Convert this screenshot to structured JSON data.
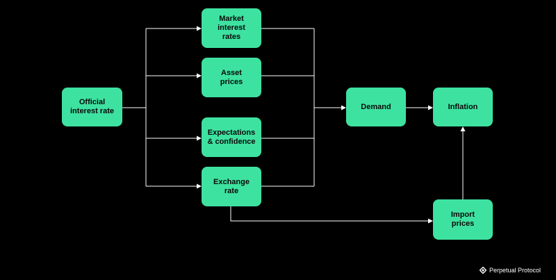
{
  "nodes": {
    "official": "Official\ninterest rate",
    "market": "Market\ninterest\nrates",
    "asset": "Asset\nprices",
    "expectations": "Expectations\n& confidence",
    "exchange": "Exchange\nrate",
    "demand": "Demand",
    "inflation": "Inflation",
    "import": "Import\nprices"
  },
  "brand": {
    "name": "Perpetual Protocol",
    "icon": "perpetual-protocol-logo-icon"
  },
  "colors": {
    "background": "#000000",
    "node": "#3ee2a0",
    "node_text": "#0a0a0a",
    "line": "#ffffff"
  }
}
